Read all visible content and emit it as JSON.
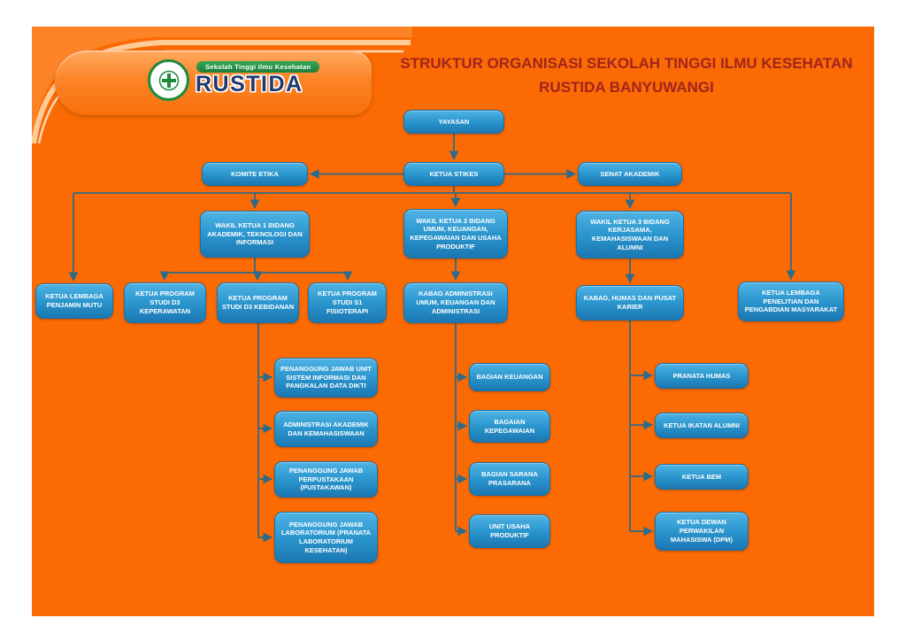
{
  "header": {
    "title_line1": "STRUKTUR ORGANISASI SEKOLAH TINGGI ILMU KESEHATAN",
    "title_line2": "RUSTIDA BANYUWANGI",
    "logo": {
      "institution_type": "Sekolah Tinggi Ilmu Kesehatan",
      "institution_name": "RUSTIDA"
    }
  },
  "colors": {
    "slide_background": "#FB6A03",
    "node_fill_top": "#4FB3E4",
    "node_fill_bottom": "#1B77B2",
    "connector": "#2E6B8A",
    "title_text": "#A0251E",
    "logo_name_text": "#1F3A6E",
    "logo_strip_green": "#1E7F3B"
  },
  "chart_data": {
    "type": "org-chart",
    "nodes": {
      "yayasan": "YAYASAN",
      "komite_etika": "KOMITE ETIKA",
      "ketua_stikes": "KETUA STIKES",
      "senat_akademik": "SENAT AKADEMIK",
      "wakil_ketua_1": "WAKIL KETUA 1 BIDANG AKADEMIK, TEKNOLOGI DAN INFORMASI",
      "wakil_ketua_2": "WAKIL KETUA 2 BIDANG UMUM, KEUANGAN, KEPEGAWAIAN DAN USAHA PRODUKTIF",
      "wakil_ketua_3": "WAKIL KETUA 3 BIDANG KERJASAMA, KEMAHASISWAAN DAN ALUMNI",
      "ketua_lembaga_penjamin_mutu": "KETUA LEMBAGA PENJAMIN MUTU",
      "kaprodi_d3_keperawatan": "KETUA PROGRAM STUDI D3 KEPERAWATAN",
      "kaprodi_d3_kebidanan": "KETUA PROGRAM STUDI D3 KEBIDANAN",
      "kaprodi_s1_fisioterapi": "KETUA PROGRAM STUDI S1 FISIOTERAPI",
      "kabag_administrasi": "KABAG ADMINISTRASI UMUM, KEUANGAN DAN ADMINISTRASI",
      "kabag_humas": "KABAG, HUMAS DAN PUSAT KARIER",
      "ketua_lppm": "KETUA LEMBAGA PENELITIAN DAN PENGABDIAN MASYARAKAT",
      "pj_unit_sistem_informasi": "PENANGGUNG JAWAB UNIT SISTEM INFORMASI DAN PANGKALAN DATA DIKTI",
      "administrasi_akademik": "ADMINISTRASI AKADEMIK DAN KEMAHASISWAAN",
      "pj_perpustakaan": "PENANGGUNG JAWAB PERPUSTAKAAN (PUSTAKAWAN)",
      "pj_laboratorium": "PENANGGUNG JAWAB LABORATORIUM (PRANATA LABORATORIUM KESEHATAN)",
      "bagian_keuangan": "BAGIAN KEUANGAN",
      "bagian_kepegawaian": "BAGAIAN KEPEGAWAIAN",
      "bagian_sarana_prasarana": "BAGIAN SARANA PRASARANA",
      "unit_usaha_produktif": "UNIT USAHA PRODUKTIF",
      "pranata_humas": "PRANATA HUMAS",
      "ketua_ikatan_alumni": "KETUA IKATAN ALUMNI",
      "ketua_bem": "KETUA BEM",
      "ketua_dpm": "KETUA DEWAN PERWAKILAN MAHASISWA (DPM)"
    },
    "edges": [
      {
        "from": "yayasan",
        "to": "ketua_stikes"
      },
      {
        "from": "ketua_stikes",
        "to": "komite_etika"
      },
      {
        "from": "ketua_stikes",
        "to": "senat_akademik"
      },
      {
        "from": "ketua_stikes",
        "to": "ketua_lembaga_penjamin_mutu"
      },
      {
        "from": "ketua_stikes",
        "to": "wakil_ketua_1"
      },
      {
        "from": "ketua_stikes",
        "to": "wakil_ketua_2"
      },
      {
        "from": "ketua_stikes",
        "to": "wakil_ketua_3"
      },
      {
        "from": "ketua_stikes",
        "to": "ketua_lppm"
      },
      {
        "from": "wakil_ketua_1",
        "to": "kaprodi_d3_keperawatan"
      },
      {
        "from": "wakil_ketua_1",
        "to": "kaprodi_d3_kebidanan"
      },
      {
        "from": "wakil_ketua_1",
        "to": "kaprodi_s1_fisioterapi"
      },
      {
        "from": "kaprodi_d3_kebidanan",
        "to": "pj_unit_sistem_informasi"
      },
      {
        "from": "kaprodi_d3_kebidanan",
        "to": "administrasi_akademik"
      },
      {
        "from": "kaprodi_d3_kebidanan",
        "to": "pj_perpustakaan"
      },
      {
        "from": "kaprodi_d3_kebidanan",
        "to": "pj_laboratorium"
      },
      {
        "from": "wakil_ketua_2",
        "to": "kabag_administrasi"
      },
      {
        "from": "kabag_administrasi",
        "to": "bagian_keuangan"
      },
      {
        "from": "kabag_administrasi",
        "to": "bagian_kepegawaian"
      },
      {
        "from": "kabag_administrasi",
        "to": "bagian_sarana_prasarana"
      },
      {
        "from": "kabag_administrasi",
        "to": "unit_usaha_produktif"
      },
      {
        "from": "wakil_ketua_3",
        "to": "kabag_humas"
      },
      {
        "from": "kabag_humas",
        "to": "pranata_humas"
      },
      {
        "from": "kabag_humas",
        "to": "ketua_ikatan_alumni"
      },
      {
        "from": "kabag_humas",
        "to": "ketua_bem"
      },
      {
        "from": "kabag_humas",
        "to": "ketua_dpm"
      }
    ]
  }
}
